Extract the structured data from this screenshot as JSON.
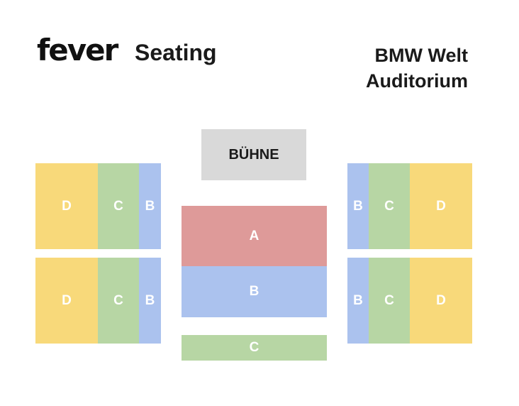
{
  "header": {
    "logo": "fever",
    "subtitle": "Seating",
    "venue_line1": "BMW Welt",
    "venue_line2": "Auditorium"
  },
  "stage": {
    "label": "BÜHNE"
  },
  "sections": {
    "left_top": {
      "d": "D",
      "c": "C",
      "b": "B"
    },
    "left_bottom": {
      "d": "D",
      "c": "C",
      "b": "B"
    },
    "center": {
      "a": "A",
      "b": "B",
      "c": "C"
    },
    "right_top": {
      "b": "B",
      "c": "C",
      "d": "D"
    },
    "right_bottom": {
      "b": "B",
      "c": "C",
      "d": "D"
    }
  },
  "colors": {
    "D": "#f8d97a",
    "C": "#b7d6a4",
    "B": "#abc2ee",
    "A": "#de9a99",
    "stage": "#d9d9d9"
  }
}
